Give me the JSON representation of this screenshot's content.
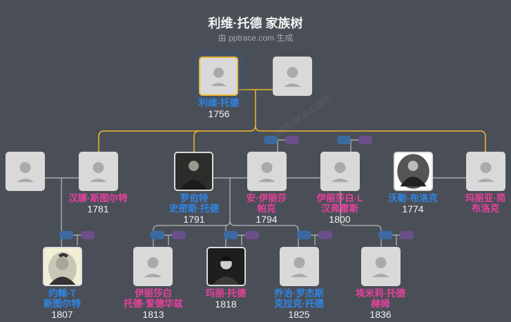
{
  "title": "利维·托德 家族树",
  "subtitle": "由 pptrace.com 生成",
  "watermark": "pptrace.com",
  "colors": {
    "male": "#2f86e8",
    "female": "#e8409e",
    "highlight": "#f0b72f",
    "background": "#4a4f57"
  },
  "root": {
    "name": "利维·托德",
    "year": "1756",
    "gender": "male"
  },
  "generation2": [
    {
      "name": "汉娜·斯图尔特",
      "year": "1781",
      "gender": "female"
    },
    {
      "name_line1": "罗伯特",
      "name_line2": "史密斯·托德",
      "year": "1791",
      "gender": "male"
    },
    {
      "name_line1": "安·伊丽莎",
      "name_line2": "帕克",
      "year": "1794",
      "gender": "female"
    },
    {
      "name_line1": "伊丽莎白·L",
      "name_line2": "汉弗雷斯",
      "year": "1800",
      "gender": "female"
    },
    {
      "name": "沃勒·布洛克",
      "year": "1774",
      "gender": "male"
    },
    {
      "name_line1": "玛丽亚·简",
      "name_line2": "布洛克",
      "gender": "female"
    }
  ],
  "generation3": [
    {
      "name_line1": "约翰·T",
      "name_line2": "斯图尔特",
      "year": "1807",
      "gender": "male"
    },
    {
      "name_line1": "伊丽莎白",
      "name_line2": "托德·爱德华兹",
      "year": "1813",
      "gender": "female"
    },
    {
      "name": "玛丽·托德",
      "year": "1818",
      "gender": "female"
    },
    {
      "name_line1": "乔治·罗杰斯",
      "name_line2": "克拉克·托德",
      "year": "1825",
      "gender": "male"
    },
    {
      "name_line1": "埃米莉·托德",
      "name_line2": "赫姆",
      "year": "1836",
      "gender": "female"
    }
  ]
}
